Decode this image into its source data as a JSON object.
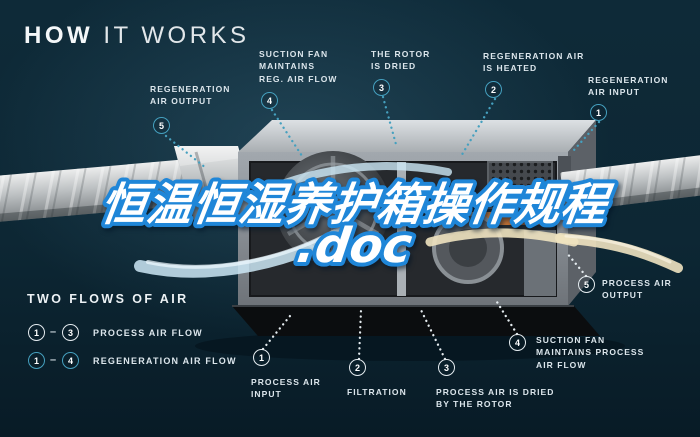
{
  "title": {
    "word_bold": "HOW",
    "word_light": " IT WORKS"
  },
  "overlay_title": {
    "line1": "恒温恒湿养护箱操作规程",
    "line2": ".doc"
  },
  "legend": {
    "heading": "TWO FLOWS OF AIR",
    "separator": "–",
    "process": {
      "from": "1",
      "to": "3",
      "label": "PROCESS AIR FLOW"
    },
    "regeneration": {
      "from": "1",
      "to": "4",
      "label": "REGENERATION AIR FLOW"
    }
  },
  "callouts": {
    "regen_output": {
      "num": "5",
      "label": "REGENERATION\nAIR OUTPUT"
    },
    "regen_fan": {
      "num": "4",
      "label": "SUCTION FAN\nMAINTAINS\nREG. AIR FLOW"
    },
    "rotor_dried": {
      "num": "3",
      "label": "THE ROTOR\nIS DRIED"
    },
    "regen_heated": {
      "num": "2",
      "label": "REGENERATION AIR\nIS HEATED"
    },
    "regen_input": {
      "num": "1",
      "label": "REGENERATION\nAIR INPUT"
    },
    "process_input": {
      "num": "1",
      "label": "PROCESS AIR\nINPUT"
    },
    "filtration": {
      "num": "2",
      "label": "FILTRATION"
    },
    "process_dried": {
      "num": "3",
      "label": "PROCESS AIR IS DRIED\nBY THE ROTOR"
    },
    "process_fan": {
      "num": "4",
      "label": "SUCTION FAN\nMAINTAINS PROCESS\nAIR FLOW"
    },
    "process_output": {
      "num": "5",
      "label": "PROCESS AIR\nOUTPUT"
    }
  },
  "colors": {
    "background": "#0d2734",
    "regen_accent": "#45a0bf",
    "process_accent": "#e4ebef",
    "overlay_fill": "#ffffff",
    "overlay_stroke": "#1f86d8",
    "heater_glow": "#d97b35",
    "regen_air_band": "#efe3c0",
    "process_air_band": "#cde8f6"
  }
}
